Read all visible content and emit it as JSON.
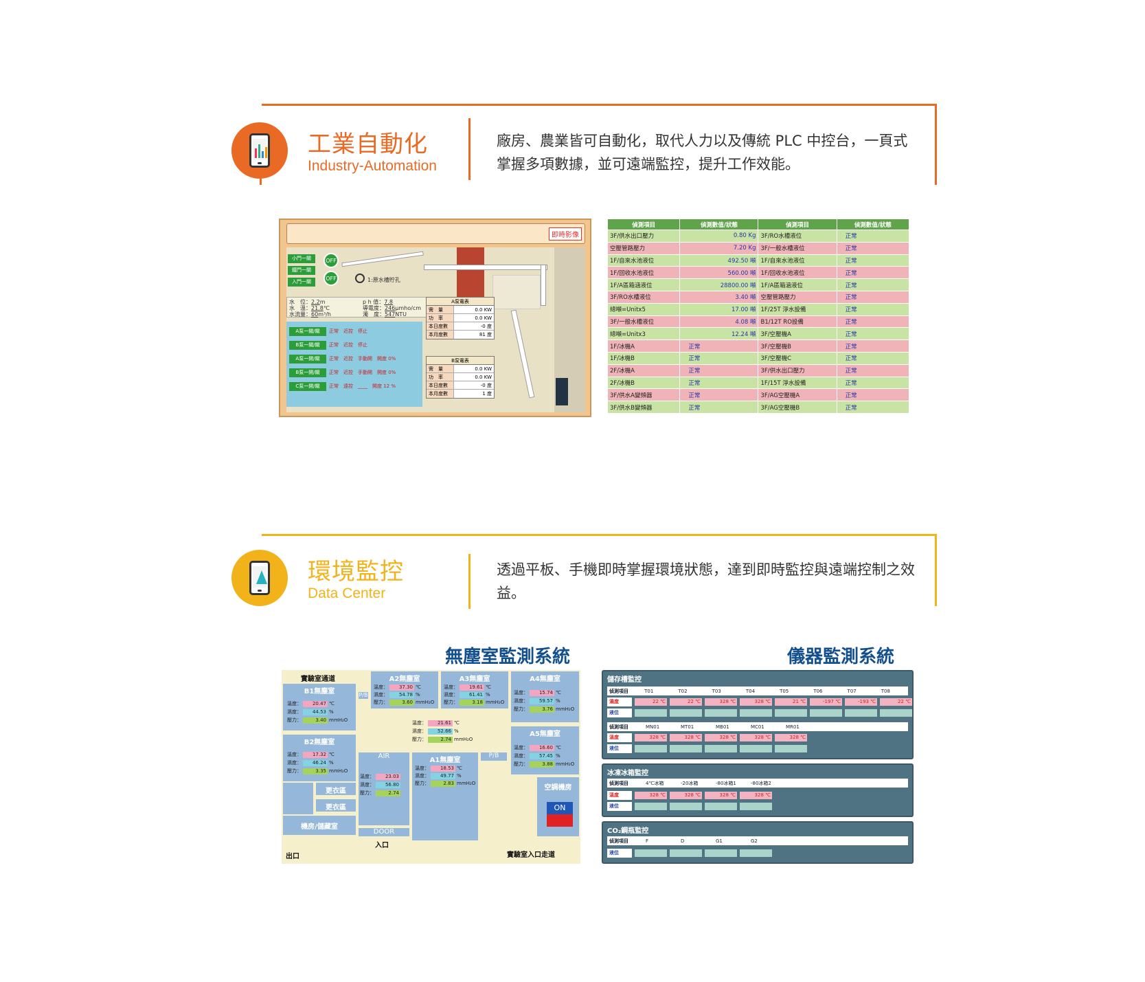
{
  "colors": {
    "orange": "#e96a25",
    "yellow": "#f2b21a"
  },
  "section1": {
    "title_zh": "工業自動化",
    "title_en": "Industry-Automation",
    "desc": "廠房、農業皆可自動化，取代人力以及傳統 PLC 中控台，一頁式掌握多項數據，並可遠端監控，提升工作效能。",
    "icon": "phone-chart-icon"
  },
  "plant": {
    "stamp": "即時影像",
    "gates": [
      "小門一關",
      "鐵門一關",
      "入門一關"
    ],
    "off": "OFF",
    "tank_label": "1:原水槽貯孔",
    "readings": [
      {
        "k": "水　位：",
        "v": "2.2",
        "u": "m"
      },
      {
        "k": "水　溫：",
        "v": "21.8",
        "u": "℃"
      },
      {
        "k": "水流量：",
        "v": "60",
        "u": "m³/h"
      }
    ],
    "readings2": [
      {
        "k": "p h 值：",
        "v": "7.8",
        "u": ""
      },
      {
        "k": "導電度：",
        "v": "246",
        "u": "μmho/cm"
      },
      {
        "k": "濁　度：",
        "v": "547",
        "u": "NTU"
      }
    ],
    "pumps": [
      {
        "n": "A泵一關/關",
        "s": "正常　近控　停止"
      },
      {
        "n": "B泵一關/關",
        "s": "正常　近控　停止"
      },
      {
        "n": "A泵一開/關",
        "s": "正常　近控　手動開　開度 0%"
      },
      {
        "n": "B泵一開/關",
        "s": "正常　近控　手動開　開度 0%"
      },
      {
        "n": "C泵一開/關",
        "s": "正常　遠控　____　開度 12 %"
      }
    ],
    "meterA": {
      "title": "A泵電表",
      "rows": [
        [
          "需　量",
          "0.0 KW"
        ],
        [
          "功　率",
          "0.0 KW"
        ],
        [
          "本日度數",
          "-0 度"
        ],
        [
          "本月度數",
          "81 度"
        ]
      ]
    },
    "meterB": {
      "title": "B泵電表",
      "rows": [
        [
          "需　量",
          "0.0 KW"
        ],
        [
          "功　率",
          "0.0 KW"
        ],
        [
          "本日度數",
          "-0 度"
        ],
        [
          "本月度數",
          "1 度"
        ]
      ]
    }
  },
  "table": {
    "headers": [
      "偵測項目",
      "偵測數值/狀態",
      "偵測項目",
      "偵測數值/狀態"
    ],
    "rows": [
      {
        "c": "g",
        "a": "3F/供水出口壓力",
        "b": "0.80 Kg",
        "x": "3F/RO水槽液位",
        "y": "正常"
      },
      {
        "c": "p",
        "a": "空壓管路壓力",
        "b": "7.20 Kg",
        "x": "3F/一般水槽液位",
        "y": "正常"
      },
      {
        "c": "g",
        "a": "1F/自來水池液位",
        "b": "492.50 噸",
        "x": "1F/自來水池液位",
        "y": "正常"
      },
      {
        "c": "p",
        "a": "1F/回收水池液位",
        "b": "560.00 噸",
        "x": "1F/回收水池液位",
        "y": "正常"
      },
      {
        "c": "g",
        "a": "1F/A區箱涵液位",
        "b": "28800.00 噸",
        "x": "1F/A區箱涵液位",
        "y": "正常"
      },
      {
        "c": "p",
        "a": "3F/RO水槽液位",
        "b": "3.40 噸",
        "x": "空壓管路壓力",
        "y": "正常"
      },
      {
        "c": "g",
        "a": "總噸=Unitx5",
        "b": "17.00 噸",
        "x": "1F/25T 淨水設備",
        "y": "正常"
      },
      {
        "c": "p",
        "a": "3F/一般水槽液位",
        "b": "4.08 噸",
        "x": "B1/12T RO設備",
        "y": "正常"
      },
      {
        "c": "g",
        "a": "總噸=Unitx3",
        "b": "12.24 噸",
        "x": "3F/空壓機A",
        "y": "正常"
      },
      {
        "c": "p",
        "a": "1F/冰機A",
        "b": "正常",
        "x": "3F/空壓機B",
        "y": "正常"
      },
      {
        "c": "g",
        "a": "1F/冰機B",
        "b": "正常",
        "x": "3F/空壓機C",
        "y": "正常"
      },
      {
        "c": "p",
        "a": "2F/冰機A",
        "b": "正常",
        "x": "3F/供水出口壓力",
        "y": "正常"
      },
      {
        "c": "g",
        "a": "2F/冰機B",
        "b": "正常",
        "x": "1F/15T 淨水設備",
        "y": "正常"
      },
      {
        "c": "p",
        "a": "3F/供水A變頻器",
        "b": "正常",
        "x": "3F/AG空壓機A",
        "y": "正常"
      },
      {
        "c": "g",
        "a": "3F/供水B變頻器",
        "b": "正常",
        "x": "3F/AG空壓機B",
        "y": "正常"
      }
    ]
  },
  "section2": {
    "title_zh": "環境監控",
    "title_en": "Data Center",
    "desc": "透過平板、手機即時掌握環境狀態，達到即時監控與遠端控制之效益。",
    "icon": "phone-triangle-icon"
  },
  "cleanroom": {
    "title": "無塵室監測系統",
    "corridor": "實驗室通道",
    "b1": {
      "name": "B1無塵室",
      "t": "20.47",
      "h": "44.53",
      "p": "3.40"
    },
    "b2": {
      "name": "B2無塵室",
      "t": "17.32",
      "h": "46.24",
      "p": "3.35"
    },
    "a2": {
      "name": "A2無塵室",
      "t": "37.30",
      "h": "54.78",
      "p": "3.60"
    },
    "a3": {
      "name": "A3無塵室",
      "t": "19.61",
      "h": "61.41",
      "p": "3.18"
    },
    "a4": {
      "name": "A4無塵室",
      "t": "15.74",
      "h": "59.57",
      "p": "3.76"
    },
    "mid": {
      "t": "21.61",
      "h": "52.66",
      "p": "2.74"
    },
    "a5": {
      "name": "A5無塵室",
      "t": "16.60",
      "h": "57.45",
      "p": "3.88"
    },
    "a1": {
      "name": "A1無塵室",
      "t": "18.53",
      "h": "49.77",
      "p": "2.83"
    },
    "air": {
      "t": "23.03",
      "h": "56.80",
      "p": "2.74"
    },
    "labels": {
      "pb": "P/B",
      "air": "AIR",
      "door": "DOOR",
      "entry": "入口",
      "exit": "出口",
      "lab_entry": "實驗室入口走道",
      "machine": "機房/儲藏室",
      "change1": "更衣區",
      "change2": "更衣區",
      "ac": "空調機房",
      "on": "ON"
    },
    "keys": {
      "t": "溫度：",
      "h": "濕度：",
      "p": "壓力："
    },
    "units": {
      "t": "℃",
      "h": "%",
      "p": "mmH₂O"
    }
  },
  "instrument": {
    "title": "儀器監測系統",
    "p1": {
      "name": "儲存槽監控",
      "head": "偵測項目",
      "cols": [
        "T01",
        "T02",
        "T03",
        "T04",
        "T05",
        "T06",
        "T07",
        "T08"
      ],
      "temp": [
        "22 ℃",
        "22 ℃",
        "328 ℃",
        "328 ℃",
        "21 ℃",
        "-197 ℃",
        "-193 ℃",
        "22 ℃"
      ],
      "cols2": [
        "MN01",
        "MT01",
        "MB01",
        "MC01",
        "MR01"
      ],
      "temp2": [
        "328 ℃",
        "328 ℃",
        "328 ℃",
        "328 ℃",
        "328 ℃"
      ]
    },
    "p2": {
      "name": "冰凍冰箱監控",
      "head": "偵測項目",
      "cols": [
        "4℃冰箱",
        "-20冰箱",
        "-80冰箱1",
        "-80冰箱2"
      ],
      "temp": [
        "328 ℃",
        "328 ℃",
        "328 ℃",
        "328 ℃"
      ]
    },
    "p3": {
      "name": "CO₂鋼瓶監控",
      "head": "偵測項目",
      "cols": [
        "F",
        "D",
        "G1",
        "G2"
      ]
    },
    "k_wet": "濕度",
    "k_temp": "溫度",
    "k_level": "液位"
  }
}
